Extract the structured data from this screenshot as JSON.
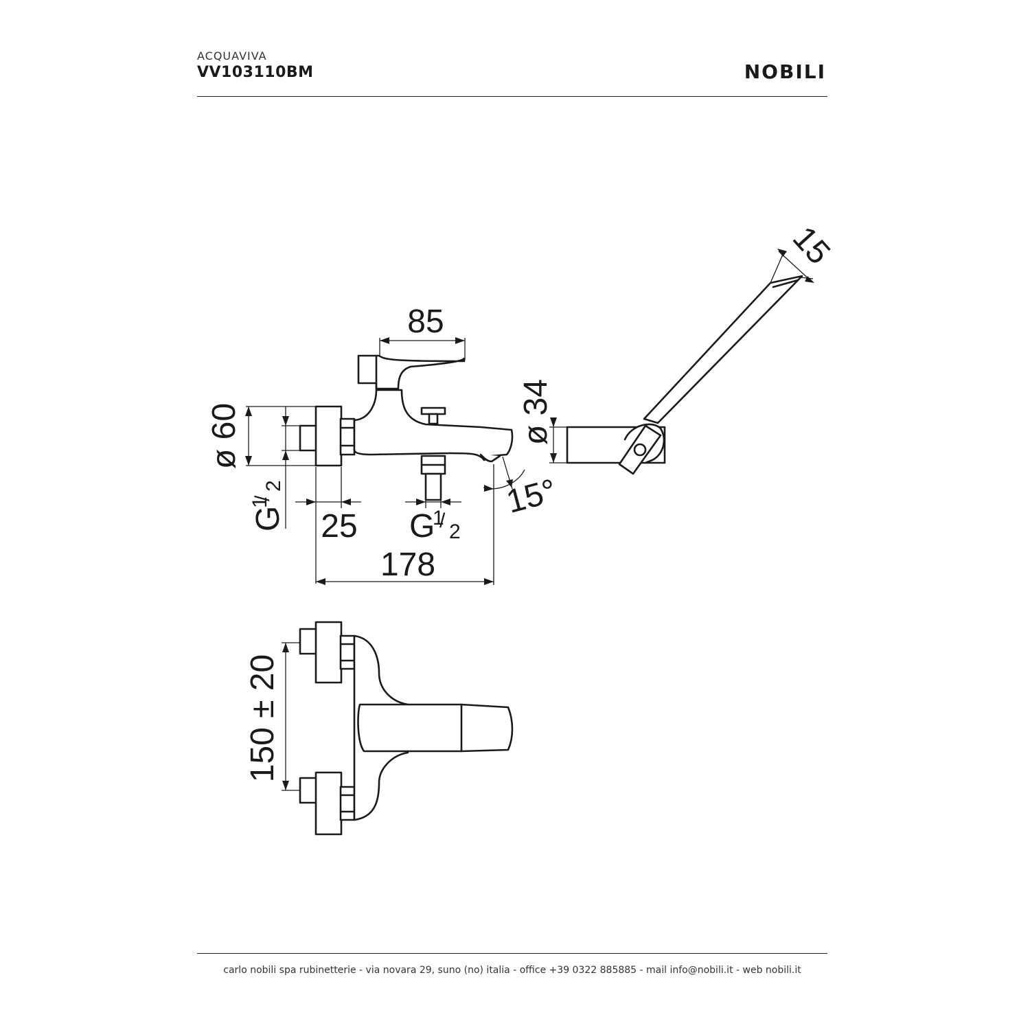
{
  "header": {
    "series": "ACQUAVIVA",
    "product_code": "VV103110BM",
    "brand": "NOBILI"
  },
  "dimensions": {
    "handle_width": "85",
    "connector_diameter": "ø 60",
    "hand_shower_diameter": "ø 34",
    "hand_shower_thickness": "15",
    "wall_thread": {
      "main": "G",
      "fraction_top": "1",
      "fraction_bottom": "2"
    },
    "wall_offset": "25",
    "outlet_thread": {
      "main": "G",
      "fraction_top": "1",
      "fraction_bottom": "2"
    },
    "total_depth": "178",
    "spout_angle": "15°",
    "center_distance": "150 ± 20"
  },
  "footer": {
    "text": "carlo nobili spa rubinetterie - via novara 29, suno (no) italia - office +39 0322 885885 - mail info@nobili.it - web nobili.it"
  }
}
